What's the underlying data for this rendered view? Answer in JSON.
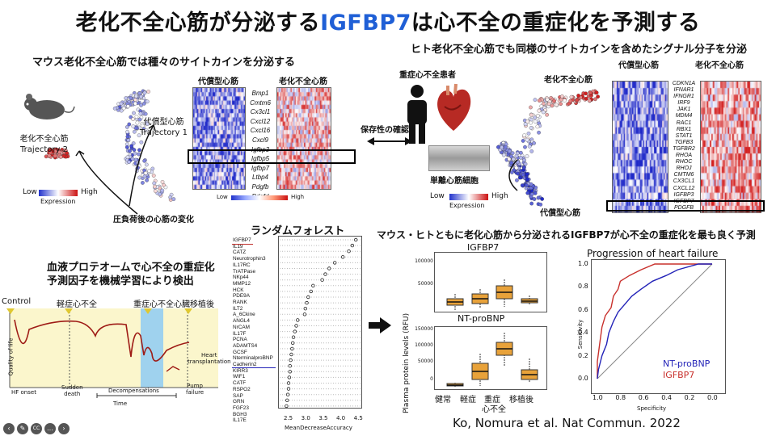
{
  "title": {
    "prefix": "老化不全心筋が分泌する",
    "highlight": "IGFBP7",
    "suffix": "は心不全の重症化を予測する"
  },
  "mouse": {
    "heading": "マウス老化不全心筋では種々のサイトカインを分泌する",
    "traj2": "老化不全心筋\nTrajectory 2",
    "traj1": "代償型心筋\nTrajectory 1",
    "legend_low": "Low",
    "legend_high": "High",
    "legend_expr": "Expression",
    "col_comp": "代償型心筋",
    "col_aged": "老化不全心筋",
    "genes": [
      "Bmp1",
      "Cmtm6",
      "Cx3cl1",
      "Cxcl12",
      "Cxcl16",
      "Cxcl9",
      "Igfbp3",
      "Igfbp5",
      "Igfbp7",
      "Ltbp4",
      "Pdgfb",
      "Pdgfd"
    ],
    "heat_low": "Low",
    "heat_high": "High",
    "pressure": "圧負荷後の心筋の変化"
  },
  "conservation": "保存性の確認",
  "human": {
    "heading": "ヒト老化不全心筋でも同様のサイトカインを含めたシグナル分子を分泌",
    "patient": "重症心不全患者",
    "aged": "老化不全心筋",
    "comp": "代償型心筋",
    "cells": "単離心筋細胞",
    "legend_low": "Low",
    "legend_high": "High",
    "legend_expr": "Expression",
    "col_comp": "代償型心筋",
    "col_aged": "老化不全心筋",
    "genes": [
      "CDKN1A",
      "IFNAR1",
      "IFNGR1",
      "IRF9",
      "JAK1",
      "MDM4",
      "RAC1",
      "RBX1",
      "STAT1",
      "TGFB3",
      "TGFBR2",
      "RHOA",
      "RHOC",
      "RHOJ",
      "CMTM6",
      "CX3CL1",
      "CXCL12",
      "IGFBP3",
      "IGFBP7",
      "PDGFB"
    ]
  },
  "proteome": {
    "heading1": "血液プロテオームで心不全の重症化",
    "heading2": "予測因子を機械学習により検出",
    "control": "Control",
    "mild": "軽症心不全",
    "severe": "重症心不全",
    "tx": "心臓移植後",
    "ylabel": "Quality of life",
    "hf_onset": "HF onset",
    "sudden": "Sudden\ndeath",
    "decomp": "Decompensations",
    "time": "Time",
    "pump": "Pump\nfailure",
    "heart_tx": "Heart\ntransplantation"
  },
  "rf": {
    "heading": "ランダムフォレスト",
    "xlabel": "MeanDecreaseAccuracy",
    "ticks": [
      "2.5",
      "3.0",
      "3.5",
      "4.0",
      "4.5"
    ],
    "features": [
      "IGFBP7",
      "IL19",
      "CATZ",
      "Neurotrophin3",
      "IL17RC",
      "TrATPase",
      "NKp44",
      "MMP12",
      "HCK",
      "PDE9A",
      "RANK",
      "ILT2",
      "A_6Ckine",
      "ANGL4",
      "NrCAM",
      "IL17F",
      "PCNA",
      "ADAMTS4",
      "GCSF",
      "NterminalproBNP",
      "Cadherin2",
      "KIRR3",
      "WIF1",
      "CATF",
      "RSPO2",
      "SAP",
      "GRN",
      "FGF23",
      "BGH3",
      "IL17E"
    ],
    "values": [
      4.42,
      4.32,
      4.22,
      4.05,
      3.82,
      3.66,
      3.55,
      3.46,
      3.2,
      3.14,
      3.06,
      3.02,
      2.98,
      2.96,
      2.76,
      2.72,
      2.68,
      2.64,
      2.62,
      2.6,
      2.58,
      2.56,
      2.54,
      2.54,
      2.52,
      2.5,
      2.5,
      2.48,
      2.46,
      2.44
    ]
  },
  "bottom_heading": "マウス・ヒトともに老化心筋から分泌されるIGFBP7が心不全の重症化を最も良く予測",
  "box": {
    "ylabel": "Plasma protein levels (RFU)",
    "p1_title": "IGFBP7",
    "p2_title": "NT-proBNP",
    "p1_ticks": [
      "100000",
      "50000"
    ],
    "p2_ticks": [
      "150000",
      "100000",
      "50000",
      "0"
    ],
    "groups": [
      "健常",
      "軽症",
      "重症",
      "移植後"
    ],
    "sub": "心不全"
  },
  "roc": {
    "title": "Progression of heart failure",
    "xlabel": "Specificity",
    "ylabel": "Sensitivity",
    "xticks": [
      "1.0",
      "0.8",
      "0.6",
      "0.4",
      "0.2",
      "0.0"
    ],
    "yticks": [
      "1.0",
      "0.8",
      "0.6",
      "0.4",
      "0.2",
      "0.0"
    ],
    "legend": [
      {
        "name": "NT-proBNP",
        "color": "#2323b8"
      },
      {
        "name": "IGFBP7",
        "color": "#c8302c"
      }
    ]
  },
  "citation": "Ko, Nomura et al. Nat Commun. 2022"
}
